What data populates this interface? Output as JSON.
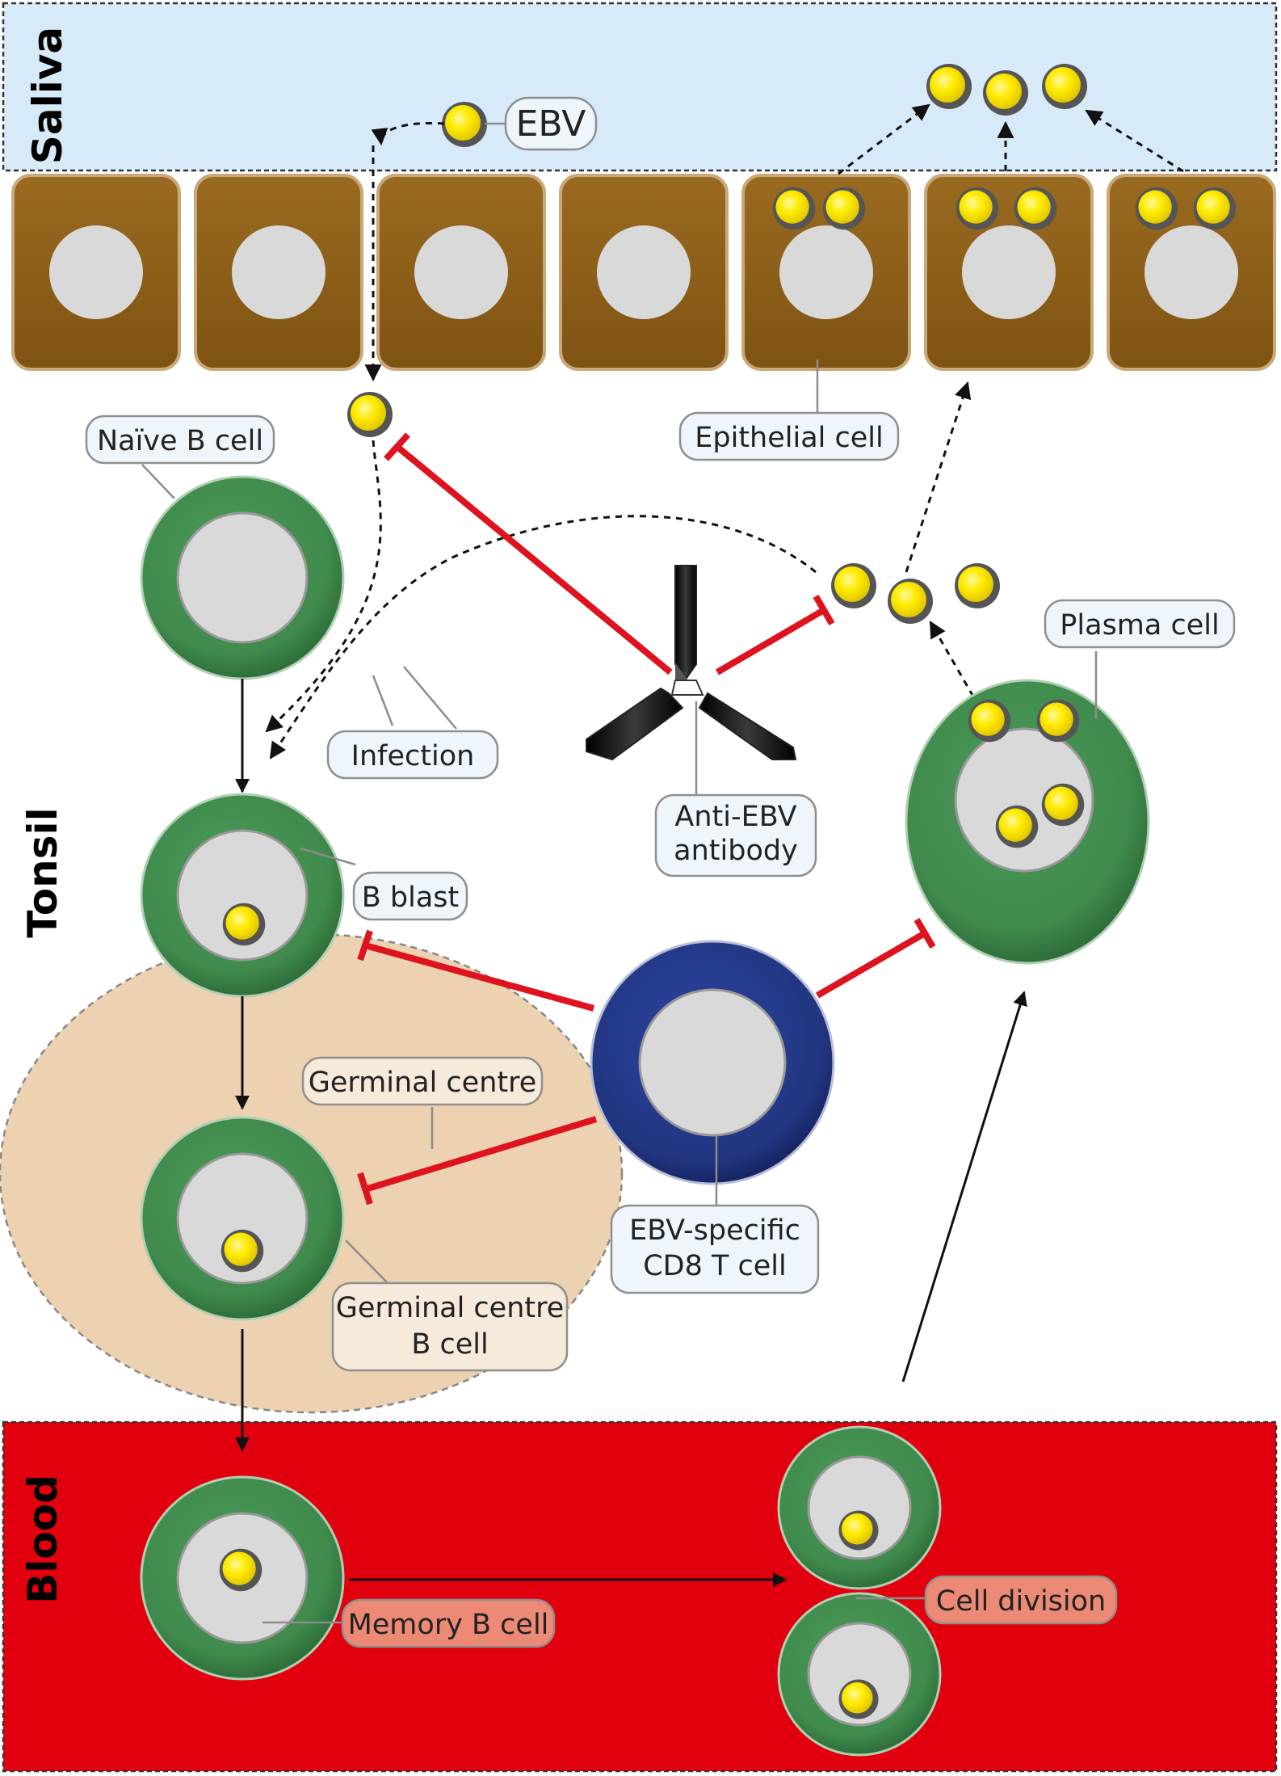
{
  "regions": {
    "saliva": "Saliva",
    "tonsil": "Tonsil",
    "blood": "Blood"
  },
  "labels": {
    "ebv": "EBV",
    "epithelial_cell": "Epithelial cell",
    "naive_b_cell": "Naïve B cell",
    "infection": "Infection",
    "b_blast": "B blast",
    "anti_ebv_antibody_line1": "Anti-EBV",
    "anti_ebv_antibody_line2": "antibody",
    "plasma_cell": "Plasma cell",
    "germinal_centre": "Germinal centre",
    "germinal_centre_b_cell_line1": "Germinal centre",
    "germinal_centre_b_cell_line2": "B cell",
    "cd8_line1": "EBV-specific",
    "cd8_line2": "CD8 T cell",
    "memory_b_cell": "Memory B cell",
    "cell_division": "Cell division"
  },
  "colors": {
    "saliva_bg": "#d6eaf8",
    "blood_bg": "#e2000f",
    "germinal_bg": "#ecd2b0",
    "epithelial": "#8b5c17",
    "b_cell_ring": "#3f8a4c",
    "t_cell_ring": "#213580",
    "nucleus": "#d9d9d9",
    "virion": "#ffec00",
    "inhibition": "#dd1420"
  },
  "icons": [
    "ebv-virion-icon",
    "antibody-icon"
  ]
}
